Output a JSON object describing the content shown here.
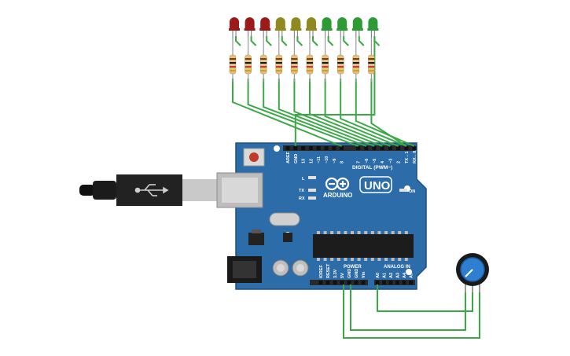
{
  "board": {
    "brand": "ARDUINO",
    "model": "UNO",
    "digital_header_label": "DIGITAL (PWM~)",
    "power_label": "POWER",
    "analog_label": "ANALOG IN",
    "led_l": "L",
    "led_tx": "TX",
    "led_rx": "RX",
    "on_label": "ON",
    "digital_pins": [
      "AREF",
      "GND",
      "13",
      "12",
      "~11",
      "~10",
      "~9",
      "8",
      "7",
      "~6",
      "~5",
      "4",
      "~3",
      "2",
      "TX→1",
      "RX←0"
    ],
    "power_pins": [
      "IOREF",
      "RESET",
      "3.3V",
      "5V",
      "GND",
      "GND",
      "Vin"
    ],
    "analog_pins": [
      "A0",
      "A1",
      "A2",
      "A3",
      "A4",
      "A5"
    ]
  },
  "leds": [
    {
      "color": "red"
    },
    {
      "color": "red"
    },
    {
      "color": "red"
    },
    {
      "color": "yellow"
    },
    {
      "color": "yellow"
    },
    {
      "color": "yellow"
    },
    {
      "color": "green"
    },
    {
      "color": "green"
    },
    {
      "color": "green"
    },
    {
      "color": "green"
    }
  ],
  "colors": {
    "board": "#2c6ca8",
    "board_dark": "#1d4f80",
    "wire": "#3aa845",
    "led_red": "#9b1b1b",
    "led_yellow": "#8f8a1f",
    "led_green": "#2c9b33",
    "header": "#2a2a2a"
  }
}
